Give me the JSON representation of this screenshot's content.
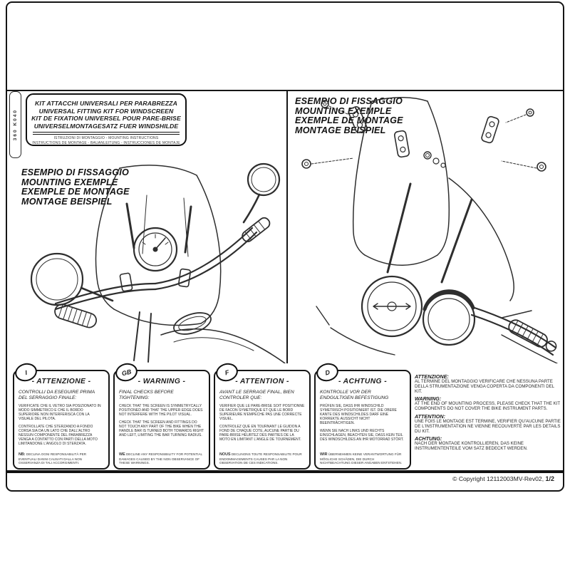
{
  "sheet": {
    "side_tag": "360 K040",
    "copyright_text": "© Copyright 12112003MV-Rev02,",
    "copyright_page": "1/2"
  },
  "title_box": {
    "line1": "KIT ATTACCHI UNIVERSALI PER PARABREZZA",
    "line2": "UNIVERSAL FITTING KIT FOR WINDSCREEN",
    "line3": "KIT DE FIXATION UNIVERSEL POUR PARE-BRISE",
    "line4": "UNIVERSELMONTAGESATZ FUER WINDSHILDE",
    "sub1": "ISTRUZIONI DI MONTAGGIO  -  MOUNTING INSTRUCTIONS",
    "sub2": "INSTRUCTIONS DE MONTAGE  -  BAUANLEITUNG  -  INSTRUCCIONES DE MONTAJE"
  },
  "example_heading": {
    "line1": "ESEMPIO DI FISSAGGIO",
    "line2": "MOUNTING EXEMPLE",
    "line3": "EXEMPLE DE MONTAGE",
    "line4": "MONTAGE BEISPIEL"
  },
  "warnings": {
    "boxes": [
      {
        "badge": "I",
        "title": "- ATTENZIONE -",
        "intro": "CONTROLLI DA ESEGUIRE PRIMA DEL SERRAGGIO FINALE:",
        "para1": "VERIFICATE CHE IL VETRO SIA POSIZIONATO IN MODO SIMMETRICO E CHE IL BORDO SUPERIORE NON INTERFERISCA CON LA VISUALE DEL PILOTA.",
        "para2": "CONTROLLATE CHE STERZANDO A FONDO CORSA SIA DA UN LATO CHE DALL'ALTRO NESSUN COMPONENTE DEL PARABREZZA VENGA A CONTATTO CON PARTI DELLA MOTO LIMITANDONE L'ANGOLO DI STERZATA.",
        "note_label": "NB:",
        "note": "DECLINA OGNI RESPONSABILITÀ PER EVENTUALI DANNI CAUSATI DALLA NON OSSERVANZA DI TALI ACCORGIMENTI."
      },
      {
        "badge": "GB",
        "title": "- WARNING -",
        "intro": "FINAL CHECKS BEFORE TIGHTENING:",
        "para1": "CHECK THAT THE SCREEN IS SYMMETRYCALLY POSITIONED AND THAT THE UPPER EDGE DOES NOT INTERFERE WITH THE PILOT VISUAL.",
        "para2": "CHECK THAT THE SCREEN AND FITTINGS DO NOT TOUCH ANY PART OF THE BIKE WHEN THE HANDLE BAR IS TURNED BOTH TOWARDS RIGHT AND LEFT, LIMITING THE BAR TURNING RADIUS.",
        "note_label": "WE",
        "note": "DECLINE ANY RESPONSIBILITY FOR POTENTIAL DAMAGES CAUSED BY THE NON OBSERVANCE OF THESE WARNINGS."
      },
      {
        "badge": "F",
        "title": "- ATTENTION -",
        "intro": "AVANT LE SERRAGE FINAL, BIEN CONTROLER QUE:",
        "para1": "VERIFIER QUE LE PARE-BRISE SOIT POSITIONNE DE FACON SYMETRIQUE ET QUE LE BORD SUPERIEURE N'EMPECHE PAS UNE CORRECTE VISUEL.",
        "para2": "CONTROLEZ QUE EN TOURNANT LE GUIDON A FOND DE CHAQUE COTE, AUCUNE PARTIE DU PARE-BRISE HEURTEZ DES PARTIES DE LA MOTO EN LIMITANT L'ANGLE DE TOURNEMENT.",
        "note_label": "NOUS",
        "note": "DECLINONS TOUTE RESPONSABILITE POUR ENDOMMAGEMENTS CAUSES PAR LA NON OBSERVATION DE CES INDICATIONS."
      },
      {
        "badge": "D",
        "title": "- ACHTUNG -",
        "intro": "KONTROLLE VOR DER ENDGULTIGEN BEFESTIGUNG",
        "para1": "PRÜFEN SIE, DASS IHR WINDSCHILD SYMETRISCH POSITIONIERT IST. DIE OBERE KANTE DES WINDSCHILDES DARF EINE KORREKTE AUSSICHT NICHT BEEINTRÄCHTIGEN.",
        "para2": "WENN SIE NACH LINKS UND RECHTS EINSCHLAGEN, BEACHTEN SIE, DASS KEIN TEIL DES WINDSCHILDES AN IHR MOTORRAD STÖRT.",
        "note_label": "WIR",
        "note": "ÜBERNEHMEN KEINE VERANTWORTUNG FÜR MÖGLICHE SCHÄDEN, DIE DURCH NICHTBEACHTUNG DIESER ANGABEN ENTSTEHEN."
      }
    ]
  },
  "final_notes": {
    "items": [
      {
        "label": "ATTENZIONE:",
        "text": "AL TERMINE DEL MONTAGGIO VERIFICARE CHE NESSUNA PARTE DELLA STRUMENTAZIONE VENGA COPERTA DA COMPONENTI DEL KIT."
      },
      {
        "label": "WARNING:",
        "text": "AT THE END OF MOUNTING PROCESS, PLEASE CHECK THAT THE KIT COMPONENTS DO NOT COVER THE BIKE INSTRUMENT PARTS."
      },
      {
        "label": "ATTENTION:",
        "text": "UNE FOIS LE MONTAGE EST TERMINE, VERIFIER QU'AUCUNE PARTIE DE L'INSTRUMENTATION NE VIENNE RECOUVERTE PAR LES DETAILS DU KIT."
      },
      {
        "label": "ACHTUNG:",
        "text": "NACH DER MONTAGE KONTROLLIEREN, DAS KEINE INSTRUMENTENTEILE VOM SATZ BEDECKT WERDEN."
      }
    ]
  }
}
